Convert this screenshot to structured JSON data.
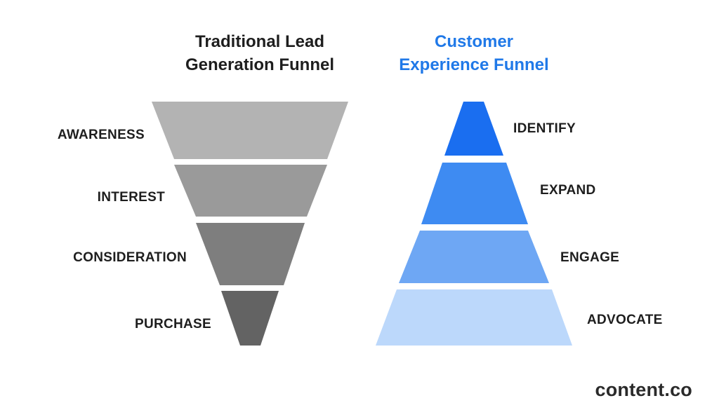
{
  "traditional": {
    "title_line1": "Traditional Lead",
    "title_line2": "Generation Funnel",
    "title_color": "#1e1e1e",
    "stages": [
      {
        "label": "AWARENESS",
        "color": "#b3b3b3"
      },
      {
        "label": "INTEREST",
        "color": "#9a9a9a"
      },
      {
        "label": "CONSIDERATION",
        "color": "#7e7e7e"
      },
      {
        "label": "PURCHASE",
        "color": "#636363"
      }
    ]
  },
  "customer_experience": {
    "title_line1": "Customer",
    "title_line2": "Experience Funnel",
    "title_color": "#2079e8",
    "stages": [
      {
        "label": "IDENTIFY",
        "color": "#1a6ef0"
      },
      {
        "label": "EXPAND",
        "color": "#3e8bf2"
      },
      {
        "label": "ENGAGE",
        "color": "#6ea7f4"
      },
      {
        "label": "ADVOCATE",
        "color": "#bcd8fb"
      }
    ]
  },
  "brand": {
    "logo_text": "content.co"
  }
}
